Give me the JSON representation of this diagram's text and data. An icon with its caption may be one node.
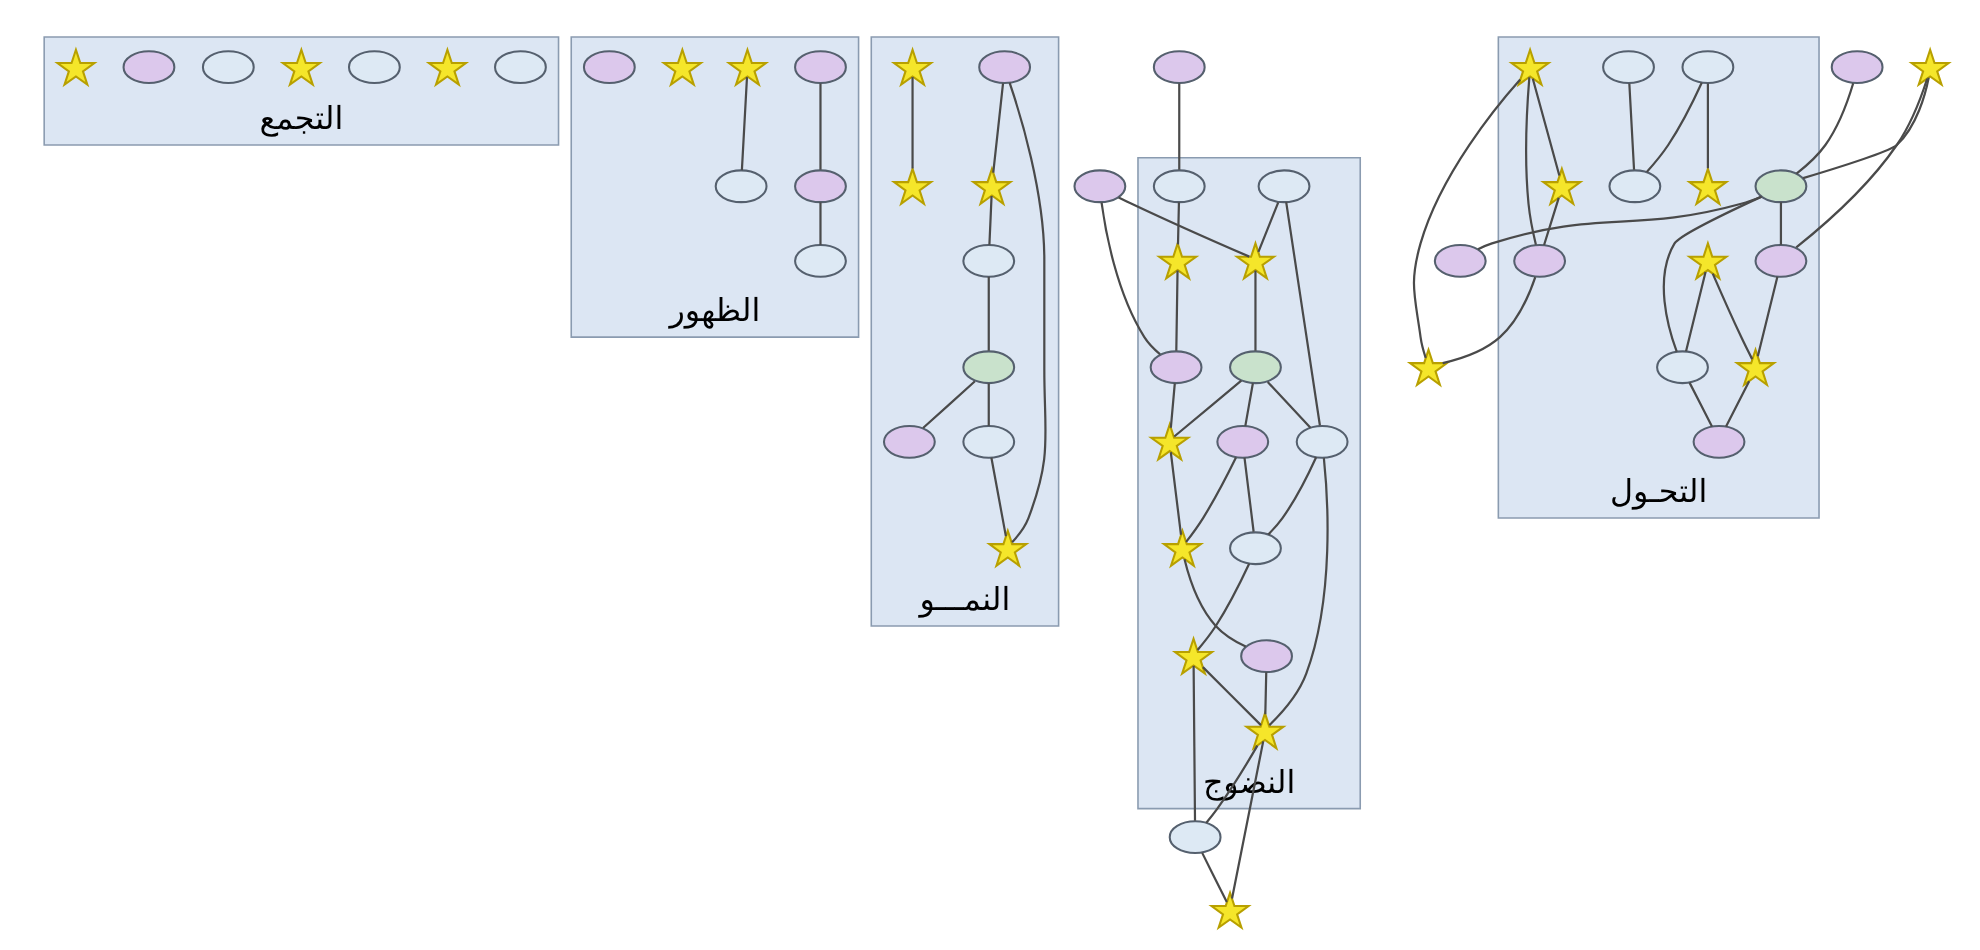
{
  "diagram": {
    "nodes": [
      {
        "text": [
          "التجمع"
        ]
      },
      {
        "text": [],
        "shape": "ellipse",
        "in": 0
      },
      {
        "text": [],
        "shape": "star",
        "in": 0
      },
      {
        "text": [],
        "shape": "ellipse",
        "in": 0
      },
      {
        "text": [],
        "shape": "star",
        "in": 0
      },
      {
        "text": [],
        "shape": "ellipse",
        "in": 0
      },
      {
        "text": [],
        "shape": "ellipse",
        "in": 0
      },
      {
        "text": [],
        "shape": "star",
        "in": 0
      },
      {
        "text": [
          "الظهور"
        ]
      },
      {
        "text": [],
        "shape": "ellipse",
        "in": 8
      },
      {
        "text": [],
        "shape": "star",
        "in": 8
      },
      {
        "text": [],
        "shape": "star",
        "in": 8
      },
      {
        "text": [],
        "shape": "ellipse",
        "in": 8
      },
      {
        "text": [],
        "shape": "ellipse",
        "in": 8
      },
      {
        "text": [],
        "shape": "ellipse",
        "in": 8
      },
      {
        "text": [],
        "shape": "ellipse",
        "in": 8
      },
      {
        "text": [
          "النمـــو"
        ]
      },
      {
        "text": [],
        "shape": "ellipse",
        "in": 16
      },
      {
        "text": [],
        "shape": "star",
        "in": 16
      },
      {
        "text": [],
        "shape": "star",
        "in": 16
      },
      {
        "text": [],
        "shape": "ellipse",
        "in": 16
      },
      {
        "text": [],
        "shape": "star",
        "in": 16
      },
      {
        "text": [],
        "shape": "ellipse",
        "in": 16
      },
      {
        "text": [],
        "shape": "ellipse",
        "in": 16
      },
      {
        "text": [],
        "shape": "ellipse",
        "in": 16
      },
      {
        "text": [],
        "shape": "star",
        "in": 16
      },
      {
        "text": [
          "النضوج"
        ]
      },
      {
        "text": [],
        "shape": "ellipse"
      },
      {
        "text": [],
        "shape": "ellipse"
      },
      {
        "text": [],
        "shape": "ellipse",
        "in": 26
      },
      {
        "text": [],
        "shape": "star",
        "in": 26
      },
      {
        "text": [],
        "shape": "ellipse",
        "in": 26
      },
      {
        "text": [],
        "shape": "ellipse",
        "in": 26
      },
      {
        "text": [],
        "shape": "star",
        "in": 26
      },
      {
        "text": [],
        "shape": "ellipse",
        "in": 26
      },
      {
        "text": [],
        "shape": "star",
        "in": 26
      },
      {
        "text": [],
        "shape": "ellipse",
        "in": 26
      },
      {
        "text": [],
        "shape": "star",
        "in": 26
      },
      {
        "text": [],
        "shape": "ellipse",
        "in": 26
      },
      {
        "text": [],
        "shape": "ellipse",
        "in": 26
      },
      {
        "text": [],
        "shape": "ellipse",
        "in": 26
      },
      {
        "text": [],
        "shape": "star",
        "in": 26
      },
      {
        "text": [],
        "shape": "star",
        "in": 26
      },
      {
        "text": [],
        "shape": "ellipse"
      },
      {
        "text": [],
        "shape": "star"
      },
      {
        "text": [
          "التحـول"
        ]
      },
      {
        "text": [],
        "shape": "ellipse"
      },
      {
        "text": [],
        "shape": "ellipse"
      },
      {
        "text": [],
        "shape": "star"
      },
      {
        "text": [],
        "shape": "ellipse",
        "in": 45
      },
      {
        "text": [],
        "shape": "ellipse",
        "in": 45
      },
      {
        "text": [],
        "shape": "ellipse",
        "in": 45
      },
      {
        "text": [],
        "shape": "star",
        "in": 45
      },
      {
        "text": [],
        "shape": "star",
        "in": 45
      },
      {
        "text": [],
        "shape": "ellipse",
        "in": 45
      },
      {
        "text": [],
        "shape": "ellipse",
        "in": 45
      },
      {
        "text": [],
        "shape": "ellipse",
        "in": 45
      },
      {
        "text": [],
        "shape": "star",
        "in": 45
      },
      {
        "text": [],
        "shape": "ellipse",
        "in": 45
      },
      {
        "text": [],
        "shape": "star",
        "in": 45
      },
      {
        "text": [],
        "shape": "ellipse",
        "in": 45
      },
      {
        "text": [],
        "shape": "star",
        "in": 45
      },
      {
        "text": [],
        "shape": "star"
      }
    ],
    "edges": [
      {
        "from": 10,
        "to": 12,
        "arrow": "none"
      },
      {
        "from": 9,
        "to": 13,
        "arrow": "none"
      },
      {
        "from": 13,
        "to": 14,
        "arrow": "none"
      },
      {
        "from": 17,
        "to": 19,
        "arrow": "none"
      },
      {
        "from": 19,
        "to": 20,
        "arrow": "none"
      },
      {
        "from": 18,
        "to": 21,
        "arrow": "none"
      },
      {
        "from": 20,
        "to": 22,
        "arrow": "none"
      },
      {
        "from": 22,
        "to": 23,
        "arrow": "none"
      },
      {
        "from": 22,
        "to": 24,
        "arrow": "none"
      },
      {
        "from": 23,
        "to": 25,
        "arrow": "none"
      },
      {
        "from": 17,
        "to": 25,
        "arrow": "none"
      },
      {
        "from": 28,
        "to": 29,
        "arrow": "none"
      },
      {
        "from": 27,
        "to": 33,
        "arrow": "none"
      },
      {
        "from": 27,
        "to": 31,
        "arrow": "none"
      },
      {
        "from": 29,
        "to": 30,
        "arrow": "none"
      },
      {
        "from": 30,
        "to": 31,
        "arrow": "none"
      },
      {
        "from": 32,
        "to": 33,
        "arrow": "none"
      },
      {
        "from": 33,
        "to": 34,
        "arrow": "none"
      },
      {
        "from": 32,
        "to": 38,
        "arrow": "none"
      },
      {
        "from": 34,
        "to": 35,
        "arrow": "none"
      },
      {
        "from": 31,
        "to": 35,
        "arrow": "none"
      },
      {
        "from": 34,
        "to": 36,
        "arrow": "none"
      },
      {
        "from": 36,
        "to": 37,
        "arrow": "none"
      },
      {
        "from": 35,
        "to": 37,
        "arrow": "none"
      },
      {
        "from": 34,
        "to": 38,
        "arrow": "none"
      },
      {
        "from": 36,
        "to": 39,
        "arrow": "none"
      },
      {
        "from": 38,
        "to": 39,
        "arrow": "none"
      },
      {
        "from": 38,
        "to": 42,
        "arrow": "none"
      },
      {
        "from": 37,
        "to": 40,
        "arrow": "none"
      },
      {
        "from": 40,
        "to": 42,
        "arrow": "none"
      },
      {
        "from": 39,
        "to": 41,
        "arrow": "none"
      },
      {
        "from": 41,
        "to": 42,
        "arrow": "none"
      },
      {
        "from": 41,
        "to": 43,
        "arrow": "none"
      },
      {
        "from": 42,
        "to": 43,
        "arrow": "none"
      },
      {
        "from": 42,
        "to": 44,
        "arrow": "none"
      },
      {
        "from": 43,
        "to": 44,
        "arrow": "none"
      },
      {
        "from": 46,
        "to": 49,
        "arrow": "none"
      },
      {
        "from": 48,
        "to": 49,
        "arrow": "none"
      },
      {
        "from": 49,
        "to": 47,
        "arrow": "none"
      },
      {
        "from": 48,
        "to": 50,
        "arrow": "none"
      },
      {
        "from": 49,
        "to": 50,
        "arrow": "none"
      },
      {
        "from": 49,
        "to": 51,
        "arrow": "none"
      },
      {
        "from": 52,
        "to": 51,
        "arrow": "none"
      },
      {
        "from": 50,
        "to": 53,
        "arrow": "none"
      },
      {
        "from": 52,
        "to": 53,
        "arrow": "none"
      },
      {
        "from": 53,
        "to": 54,
        "arrow": "none"
      },
      {
        "from": 51,
        "to": 54,
        "arrow": "none"
      },
      {
        "from": 55,
        "to": 58,
        "arrow": "none"
      },
      {
        "from": 55,
        "to": 57,
        "arrow": "none"
      },
      {
        "from": 56,
        "to": 58,
        "arrow": "none"
      },
      {
        "from": 59,
        "to": 60,
        "arrow": "none"
      },
      {
        "from": 61,
        "to": 59,
        "arrow": "none"
      },
      {
        "from": 61,
        "to": 60,
        "arrow": "none"
      },
      {
        "from": 61,
        "to": 62,
        "arrow": "none"
      },
      {
        "from": 60,
        "to": 62,
        "arrow": "none"
      }
    ]
  }
}
